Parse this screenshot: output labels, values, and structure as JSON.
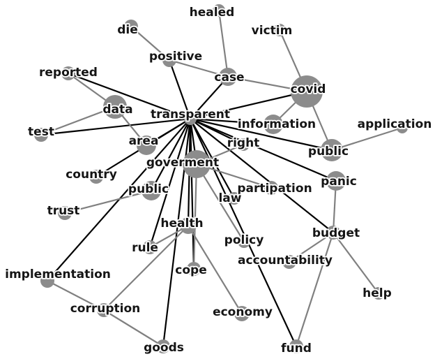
{
  "nodes": [
    {
      "id": "healed",
      "label": "healed"
    },
    {
      "id": "victim",
      "label": "victim"
    },
    {
      "id": "die",
      "label": "die"
    },
    {
      "id": "positive",
      "label": "positive"
    },
    {
      "id": "reported",
      "label": "reported"
    },
    {
      "id": "case",
      "label": "case"
    },
    {
      "id": "covid",
      "label": "covid"
    },
    {
      "id": "data",
      "label": "data"
    },
    {
      "id": "transparent",
      "label": "transparent"
    },
    {
      "id": "information",
      "label": "information"
    },
    {
      "id": "application",
      "label": "application"
    },
    {
      "id": "test",
      "label": "test"
    },
    {
      "id": "area",
      "label": "area"
    },
    {
      "id": "right",
      "label": "right"
    },
    {
      "id": "public1",
      "label": "public"
    },
    {
      "id": "goverment",
      "label": "goverment"
    },
    {
      "id": "country",
      "label": "country"
    },
    {
      "id": "panic",
      "label": "panic"
    },
    {
      "id": "public2",
      "label": "public"
    },
    {
      "id": "partipation",
      "label": "partipation"
    },
    {
      "id": "law",
      "label": "law"
    },
    {
      "id": "trust",
      "label": "trust"
    },
    {
      "id": "health",
      "label": "health"
    },
    {
      "id": "budget",
      "label": "budget"
    },
    {
      "id": "policy",
      "label": "policy"
    },
    {
      "id": "rule",
      "label": "rule"
    },
    {
      "id": "accountability",
      "label": "accountability"
    },
    {
      "id": "cope",
      "label": "cope"
    },
    {
      "id": "implementation",
      "label": "implementation"
    },
    {
      "id": "help",
      "label": "help"
    },
    {
      "id": "corruption",
      "label": "corruption"
    },
    {
      "id": "economy",
      "label": "economy"
    },
    {
      "id": "goods",
      "label": "goods"
    },
    {
      "id": "fund",
      "label": "fund"
    }
  ],
  "edges": [
    {
      "source": "transparent",
      "target": "positive",
      "color": "#000000"
    },
    {
      "source": "transparent",
      "target": "reported",
      "color": "#000000"
    },
    {
      "source": "transparent",
      "target": "case",
      "color": "#000000"
    },
    {
      "source": "transparent",
      "target": "covid",
      "color": "#000000"
    },
    {
      "source": "transparent",
      "target": "information",
      "color": "#000000"
    },
    {
      "source": "transparent",
      "target": "test",
      "color": "#000000"
    },
    {
      "source": "transparent",
      "target": "area",
      "color": "#000000"
    },
    {
      "source": "transparent",
      "target": "right",
      "color": "#000000"
    },
    {
      "source": "transparent",
      "target": "public1",
      "color": "#000000"
    },
    {
      "source": "transparent",
      "target": "goverment",
      "color": "#000000"
    },
    {
      "source": "transparent",
      "target": "country",
      "color": "#000000"
    },
    {
      "source": "transparent",
      "target": "panic",
      "color": "#000000"
    },
    {
      "source": "transparent",
      "target": "public2",
      "color": "#000000"
    },
    {
      "source": "transparent",
      "target": "law",
      "color": "#000000"
    },
    {
      "source": "transparent",
      "target": "health",
      "color": "#000000"
    },
    {
      "source": "transparent",
      "target": "budget",
      "color": "#000000"
    },
    {
      "source": "transparent",
      "target": "rule",
      "color": "#000000"
    },
    {
      "source": "transparent",
      "target": "cope",
      "color": "#000000"
    },
    {
      "source": "transparent",
      "target": "implementation",
      "color": "#000000"
    },
    {
      "source": "transparent",
      "target": "goods",
      "color": "#000000"
    },
    {
      "source": "transparent",
      "target": "fund",
      "color": "#000000"
    },
    {
      "source": "die",
      "target": "positive",
      "color": "#808080"
    },
    {
      "source": "positive",
      "target": "case",
      "color": "#808080"
    },
    {
      "source": "healed",
      "target": "case",
      "color": "#808080"
    },
    {
      "source": "case",
      "target": "covid",
      "color": "#808080"
    },
    {
      "source": "victim",
      "target": "covid",
      "color": "#808080"
    },
    {
      "source": "covid",
      "target": "information",
      "color": "#808080"
    },
    {
      "source": "covid",
      "target": "public1",
      "color": "#808080"
    },
    {
      "source": "reported",
      "target": "data",
      "color": "#808080"
    },
    {
      "source": "data",
      "target": "test",
      "color": "#808080"
    },
    {
      "source": "data",
      "target": "area",
      "color": "#808080"
    },
    {
      "source": "application",
      "target": "public1",
      "color": "#808080"
    },
    {
      "source": "goverment",
      "target": "right",
      "color": "#808080"
    },
    {
      "source": "goverment",
      "target": "partipation",
      "color": "#808080"
    },
    {
      "source": "goverment",
      "target": "policy",
      "color": "#808080"
    },
    {
      "source": "goverment",
      "target": "cope",
      "color": "#808080"
    },
    {
      "source": "public2",
      "target": "trust",
      "color": "#808080"
    },
    {
      "source": "panic",
      "target": "budget",
      "color": "#808080"
    },
    {
      "source": "budget",
      "target": "accountability",
      "color": "#808080"
    },
    {
      "source": "budget",
      "target": "help",
      "color": "#808080"
    },
    {
      "source": "budget",
      "target": "fund",
      "color": "#808080"
    },
    {
      "source": "health",
      "target": "rule",
      "color": "#808080"
    },
    {
      "source": "health",
      "target": "corruption",
      "color": "#808080"
    },
    {
      "source": "health",
      "target": "economy",
      "color": "#808080"
    },
    {
      "source": "implementation",
      "target": "corruption",
      "color": "#808080"
    },
    {
      "source": "corruption",
      "target": "goods",
      "color": "#808080"
    }
  ]
}
